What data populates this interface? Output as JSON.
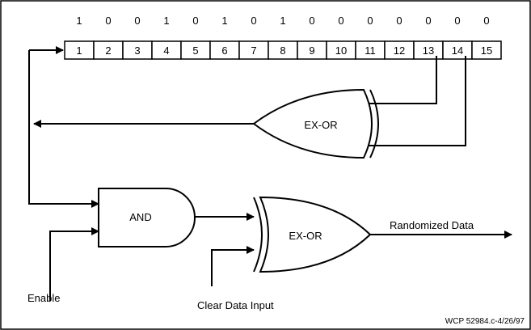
{
  "register": {
    "bit_values": [
      "1",
      "0",
      "0",
      "1",
      "0",
      "1",
      "0",
      "1",
      "0",
      "0",
      "0",
      "0",
      "0",
      "0",
      "0"
    ],
    "cell_numbers": [
      "1",
      "2",
      "3",
      "4",
      "5",
      "6",
      "7",
      "8",
      "9",
      "10",
      "11",
      "12",
      "13",
      "14",
      "15"
    ]
  },
  "gates": {
    "feedback_xor_label": "EX-OR",
    "and_label": "AND",
    "output_xor_label": "EX-OR"
  },
  "labels": {
    "output": "Randomized Data",
    "enable": "Enable",
    "clear_data_input": "Clear Data Input",
    "figure_id": "WCP 52984.c-4/26/97"
  }
}
